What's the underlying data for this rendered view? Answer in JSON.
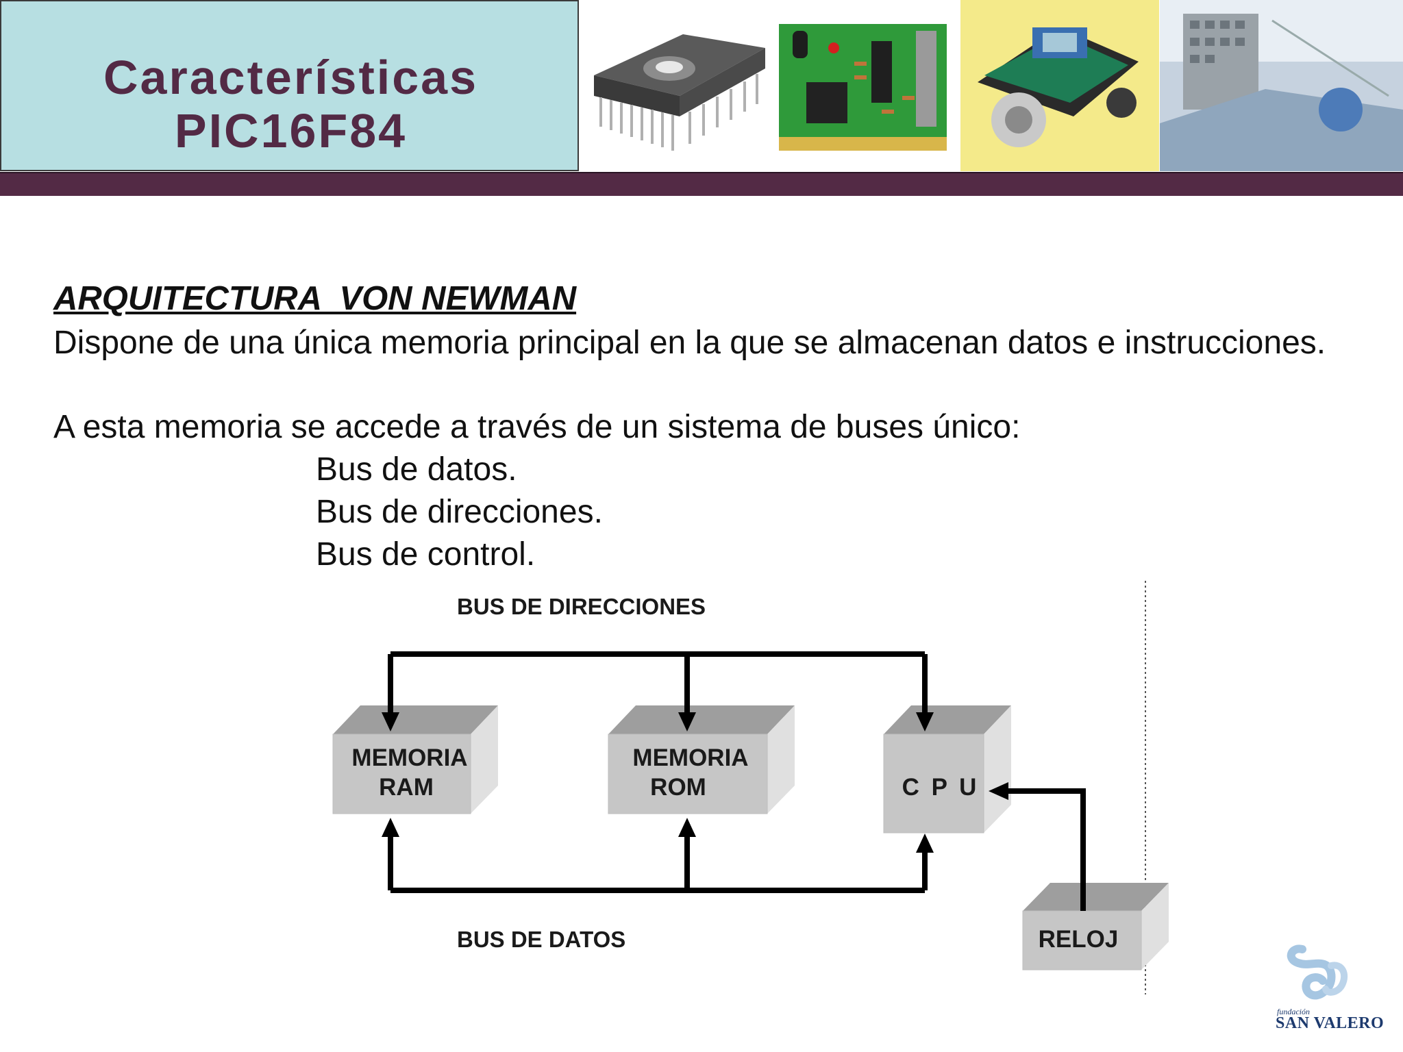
{
  "header": {
    "title_line1": "Características",
    "title_line2": "PIC16F84"
  },
  "content": {
    "heading": "ARQUITECTURA  VON NEWMAN",
    "paragraph1": "Dispone de una única memoria principal en la que se almacenan datos e instrucciones.",
    "paragraph2": "A esta memoria se accede a través de un sistema de buses único:",
    "bus_list": [
      "Bus de datos.",
      "Bus de direcciones.",
      "Bus de control."
    ]
  },
  "diagram": {
    "address_bus_label": "BUS DE DIRECCIONES",
    "data_bus_label": "BUS DE DATOS",
    "ram_line1": "MEMORIA",
    "ram_line2": "RAM",
    "rom_line1": "MEMORIA",
    "rom_line2": "ROM",
    "cpu_label": "C P U",
    "clock_label": "RELOJ"
  },
  "logo": {
    "small_text": "fundación",
    "name": "SAN VALERO"
  }
}
